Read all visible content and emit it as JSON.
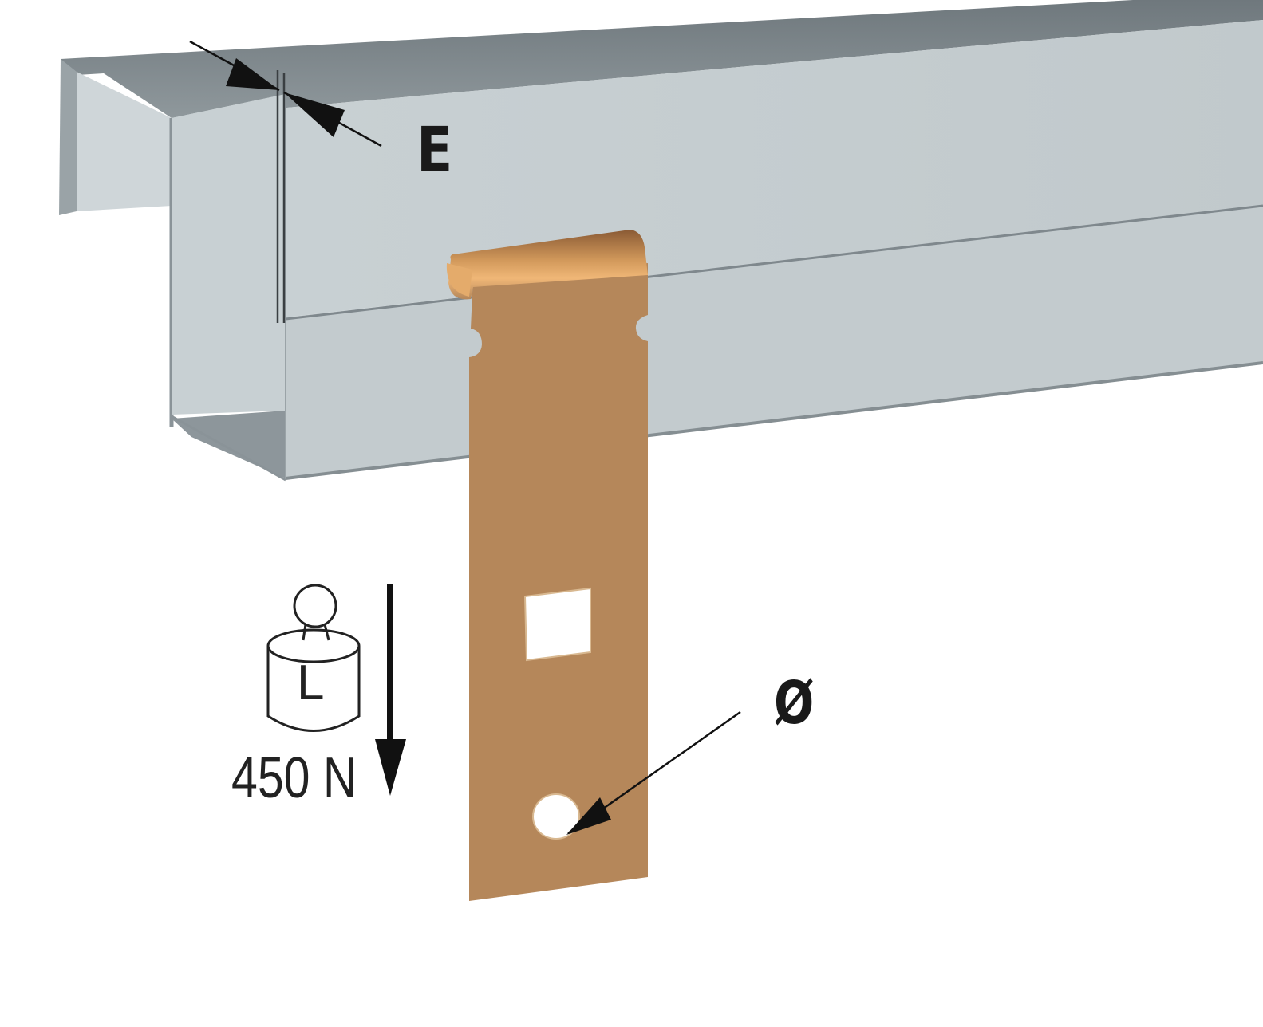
{
  "diagram": {
    "type": "technical-product-illustration",
    "subject": "Steel C-channel rail with copper/bronze hanger clip",
    "colors": {
      "background": "#ffffff",
      "channel_face": "#c5cdd0",
      "channel_top": "#7d868b",
      "channel_edge": "#8a9398",
      "channel_inner_shadow": "#8d969b",
      "clip_body": "#b5875a",
      "clip_highlight": "#e0a968",
      "clip_shadow": "#8a5e38",
      "annotation": "#111111"
    },
    "annotations": {
      "thickness_label": "E",
      "diameter_label": "Ø",
      "load_symbol_letter": "L",
      "load_value": "450 N"
    },
    "components": [
      {
        "name": "c-channel-rail",
        "description": "Open-top steel profile with inward-folded lips"
      },
      {
        "name": "hanger-clip",
        "description": "Hooked strip clipped over channel lip, with square slot and round hole"
      },
      {
        "name": "load-weight-icon",
        "description": "Cylindrical weight with ring handle marked L"
      },
      {
        "name": "load-direction-arrow",
        "description": "Downward arrow indicating applied load"
      }
    ]
  }
}
